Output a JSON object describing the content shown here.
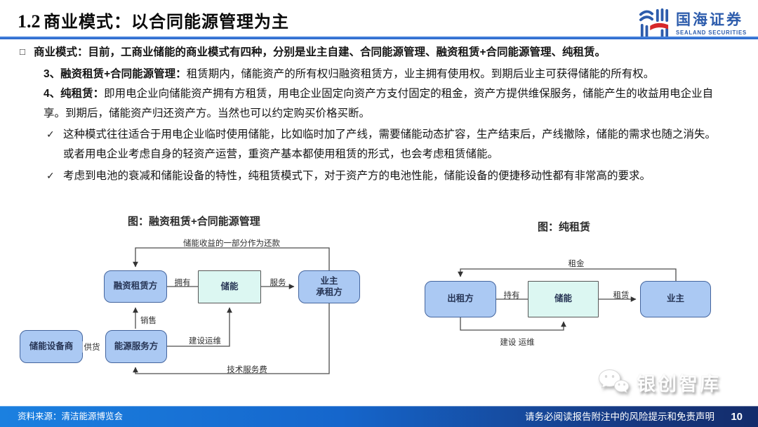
{
  "header": {
    "title_number": "1.2",
    "title_text": "商业模式：以合同能源管理为主",
    "logo_name": "国海证券",
    "logo_subname": "SEALAND SECURITIES",
    "accent_color": "#2b6bd4",
    "logo_blue": "#2d5cac",
    "logo_red": "#d7282a"
  },
  "body": {
    "l1_bullet": "□",
    "l1": "商业模式：目前，工商业储能的商业模式有四种，分别是业主自建、合同能源管理、融资租赁+合同能源管理、纯租赁。",
    "l2_prefix": "3、",
    "l2_bold": "融资租赁+合同能源管理：",
    "l2_rest": "租赁期内，储能资产的所有权归融资租赁方，业主拥有使用权。到期后业主可获得储能的所有权。",
    "l3_prefix": "4、",
    "l3_bold": "纯租赁：",
    "l3_rest": "即用电企业向储能资产拥有方租赁，用电企业固定向资产方支付固定的租金，资产方提供维保服务，储能产生的收益用电企业自",
    "l4": "享。到期后，储能资产归还资产方。当然也可以约定购买价格买断。",
    "check_mark": "✓",
    "l5": "这种模式往往适合于用电企业临时使用储能，比如临时加了产线，需要储能动态扩容，生产结束后，产线撤除，储能的需求也随之消失。",
    "l6": "或者用电企业考虑自身的轻资产运营，重资产基本都使用租赁的形式，也会考虑租赁储能。",
    "l7": "考虑到电池的衰减和储能设备的特性，纯租赁模式下，对于资产方的电池性能，储能设备的便捷移动性都有非常高的要求。"
  },
  "diagram_left": {
    "title": "图：融资租赁+合同能源管理",
    "nodes": {
      "lessor": "融资租赁方",
      "storage": "储能",
      "owner_line1": "业主",
      "owner_line2": "承租方",
      "equipment": "储能设备商",
      "service": "能源服务方"
    },
    "labels": {
      "repayment": "储能收益的一部分作为还款",
      "own": "拥有",
      "serve": "服务",
      "sale": "销售",
      "supply": "供货",
      "build": "建设运维",
      "tech_fee": "技术服务费"
    },
    "colors": {
      "party_fill": "#abc9f3",
      "party_border": "#44659e",
      "asset_fill": "#dcf7f2"
    }
  },
  "diagram_right": {
    "title": "图：纯租赁",
    "nodes": {
      "lessor": "出租方",
      "storage": "储能",
      "owner": "业主"
    },
    "labels": {
      "rent": "租金",
      "hold": "持有",
      "lease": "租赁",
      "build": "建设 运维"
    }
  },
  "watermark": {
    "text": "银创智库"
  },
  "footer": {
    "source": "资料来源：清洁能源博览会",
    "disclaimer": "请务必阅读报告附注中的风险提示和免责声明",
    "page": "10"
  }
}
